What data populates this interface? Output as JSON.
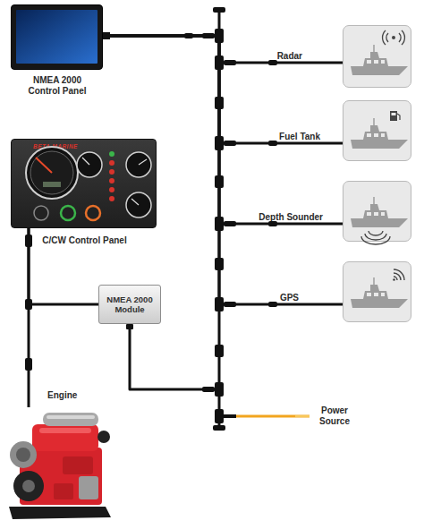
{
  "diagram": {
    "nodes": [
      {
        "text": [
          "NMEA 2000 Control Panel"
        ]
      },
      {
        "text": [
          "Radar"
        ]
      },
      {
        "text": [
          "Fuel Tank"
        ]
      },
      {
        "text": [
          "Depth Sounder"
        ]
      },
      {
        "text": [
          "GPS"
        ]
      },
      {
        "text": [
          "BETA MARINE",
          "C/CW Control Panel"
        ]
      },
      {
        "text": [
          "NMEA 2000 Module"
        ]
      },
      {
        "text": [
          "Engine"
        ]
      }
    ],
    "edges": [
      {
        "from": 0,
        "to": 1,
        "arrow": "none"
      },
      {
        "from": 0,
        "to": 2,
        "arrow": "none"
      },
      {
        "from": 0,
        "to": 3,
        "arrow": "none"
      },
      {
        "from": 0,
        "to": 4,
        "arrow": "none"
      },
      {
        "from": 5,
        "to": 7,
        "arrow": "none"
      },
      {
        "from": 6,
        "to": 5,
        "arrow": "none"
      },
      {
        "from": 6,
        "to": 0,
        "arrow": "none"
      }
    ],
    "labels": [
      "Power Source"
    ]
  }
}
